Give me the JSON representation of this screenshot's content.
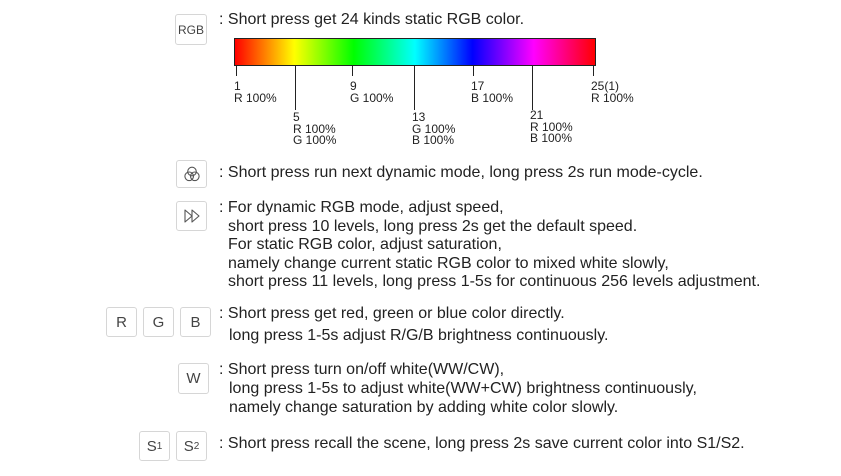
{
  "rgb_section": {
    "key_label": "RGB",
    "description": ": Short press get 24 kinds static RGB color.",
    "markers": [
      {
        "num": "1",
        "lines": [
          "R 100%"
        ]
      },
      {
        "num": "5",
        "lines": [
          "R 100%",
          "G 100%"
        ]
      },
      {
        "num": "9",
        "lines": [
          "G 100%"
        ]
      },
      {
        "num": "13",
        "lines": [
          "G 100%",
          "B 100%"
        ]
      },
      {
        "num": "17",
        "lines": [
          "B 100%"
        ]
      },
      {
        "num": "21",
        "lines": [
          "R 100%",
          "B 100%"
        ]
      },
      {
        "num": "25(1)",
        "lines": [
          "R 100%"
        ]
      }
    ]
  },
  "mode_section": {
    "icon": "color-circles-icon",
    "description": ": Short press run next dynamic mode, long press 2s run mode-cycle."
  },
  "speed_section": {
    "icon": "fast-forward-icon",
    "lines": [
      ": For dynamic RGB mode, adjust speed,",
      "short press 10 levels, long press 2s get the default speed.",
      "For static RGB color, adjust saturation,",
      "namely change current static RGB color to mixed white slowly,",
      "short press 11 levels, long press 1-5s for continuous 256 levels adjustment."
    ]
  },
  "rgb_keys_section": {
    "keys": [
      "R",
      "G",
      "B"
    ],
    "lines": [
      ": Short press get red, green or blue color directly.",
      "long press 1-5s adjust R/G/B brightness continuously."
    ]
  },
  "white_section": {
    "key_label": "W",
    "lines": [
      ": Short press turn on/off white(WW/CW),",
      "long press 1-5s to adjust white(WW+CW) brightness continuously,",
      "namely change saturation by adding white color slowly."
    ]
  },
  "scene_section": {
    "keys": [
      {
        "main": "S",
        "sub": "1"
      },
      {
        "main": "S",
        "sub": "2"
      }
    ],
    "description": ": Short press recall the scene, long press 2s save current color into S1/S2."
  }
}
